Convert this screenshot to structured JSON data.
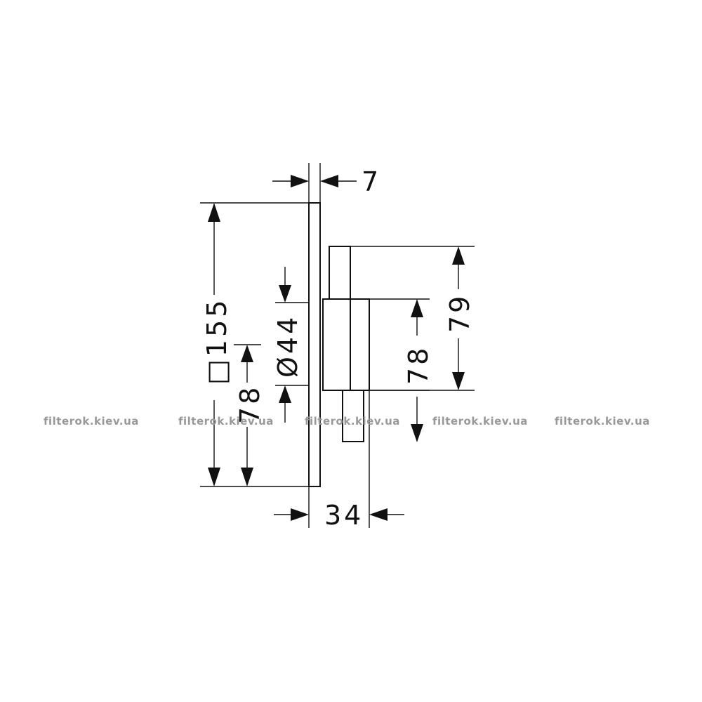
{
  "dimensions": {
    "plate_thickness": "7",
    "plate_size": "□155",
    "center_height": "78",
    "diameter": "Ø44",
    "depth": "34",
    "body_height": "78",
    "knob_height": "79"
  },
  "watermarks": [
    "filterok.kiev.ua",
    "filterok.kiev.ua",
    "filterok.kiev.ua",
    "filterok.kiev.ua",
    "filterok.kiev.ua"
  ]
}
